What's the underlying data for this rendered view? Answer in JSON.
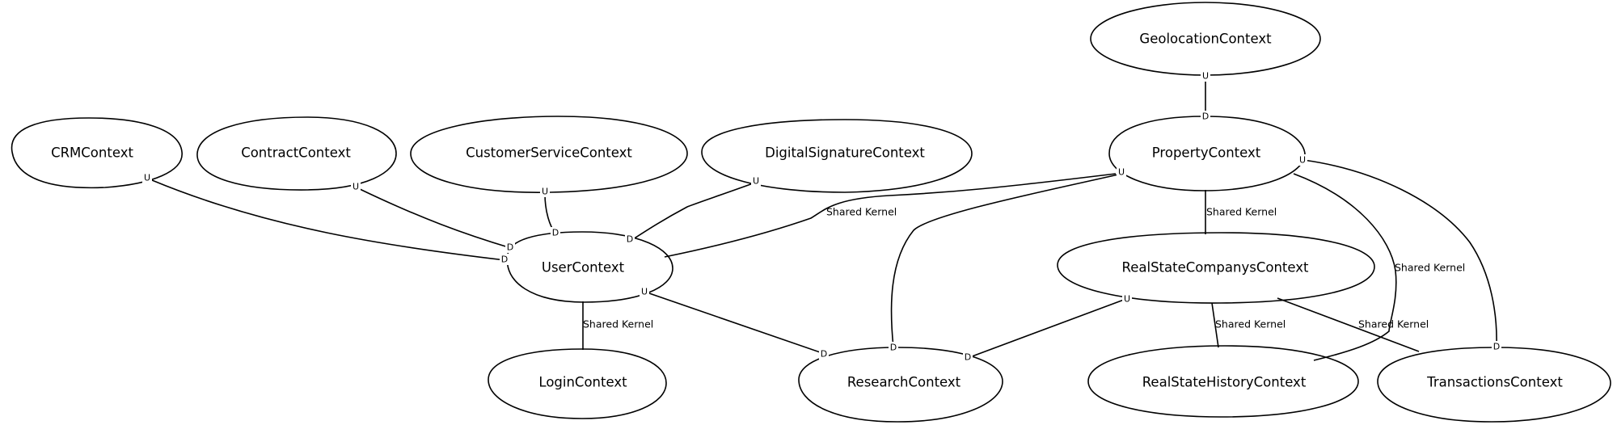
{
  "diagram": {
    "nodes": {
      "geolocation": "GeolocationContext",
      "crm": "CRMContext",
      "contract": "ContractContext",
      "customer_service": "CustomerServiceContext",
      "digital_signature": "DigitalSignatureContext",
      "property": "PropertyContext",
      "user": "UserContext",
      "real_state_companys": "RealStateCompanysContext",
      "login": "LoginContext",
      "research": "ResearchContext",
      "real_state_history": "RealStateHistoryContext",
      "transactions": "TransactionsContext"
    },
    "edge_labels": {
      "shared_kernel": "Shared Kernel"
    },
    "ports": {
      "upstream": "U",
      "downstream": "D"
    }
  }
}
